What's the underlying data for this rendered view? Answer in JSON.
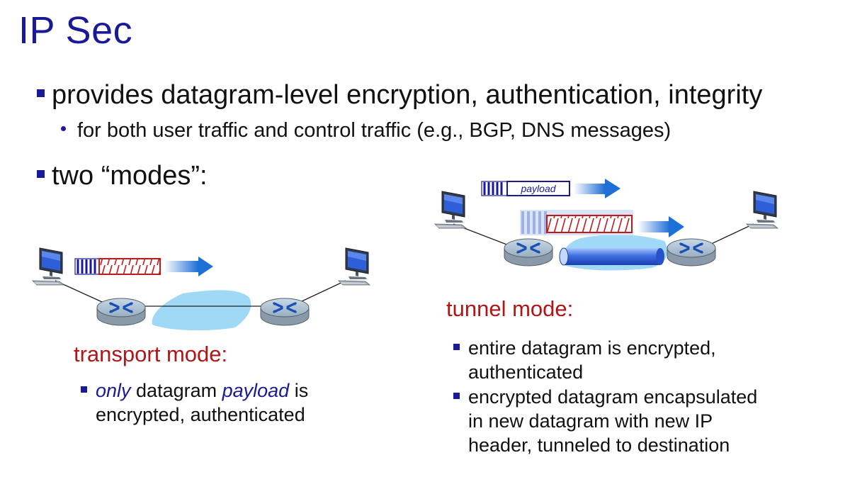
{
  "title": "IP Sec",
  "bullets": {
    "main1": "provides datagram-level encryption, authentication, integrity",
    "sub1": "for both user traffic and control traffic (e.g., BGP, DNS messages)",
    "main2": "two “modes”:"
  },
  "transport": {
    "title": "transport mode:",
    "desc_only": "only",
    "desc_mid": " datagram ",
    "desc_payload": "payload",
    "desc_end": " is",
    "desc_line2": "encrypted, authenticated"
  },
  "tunnel": {
    "title": "tunnel mode:",
    "packet_label": "payload",
    "b1_line1": "entire datagram is encrypted,",
    "b1_line2": "authenticated",
    "b2_line1": "encrypted datagram encapsulated",
    "b2_line2": "in new datagram with new IP",
    "b2_line3": "header, tunneled to destination"
  },
  "colors": {
    "title_blue": "#1a1a99",
    "mode_red": "#b01616",
    "network_blue": "#9fd9f5",
    "encrypted_red": "#c21a1a"
  },
  "icons": [
    "computer-icon",
    "router-icon",
    "arrow-icon",
    "packet-icon",
    "tunnel-pipe-icon",
    "network-cloud-icon"
  ]
}
